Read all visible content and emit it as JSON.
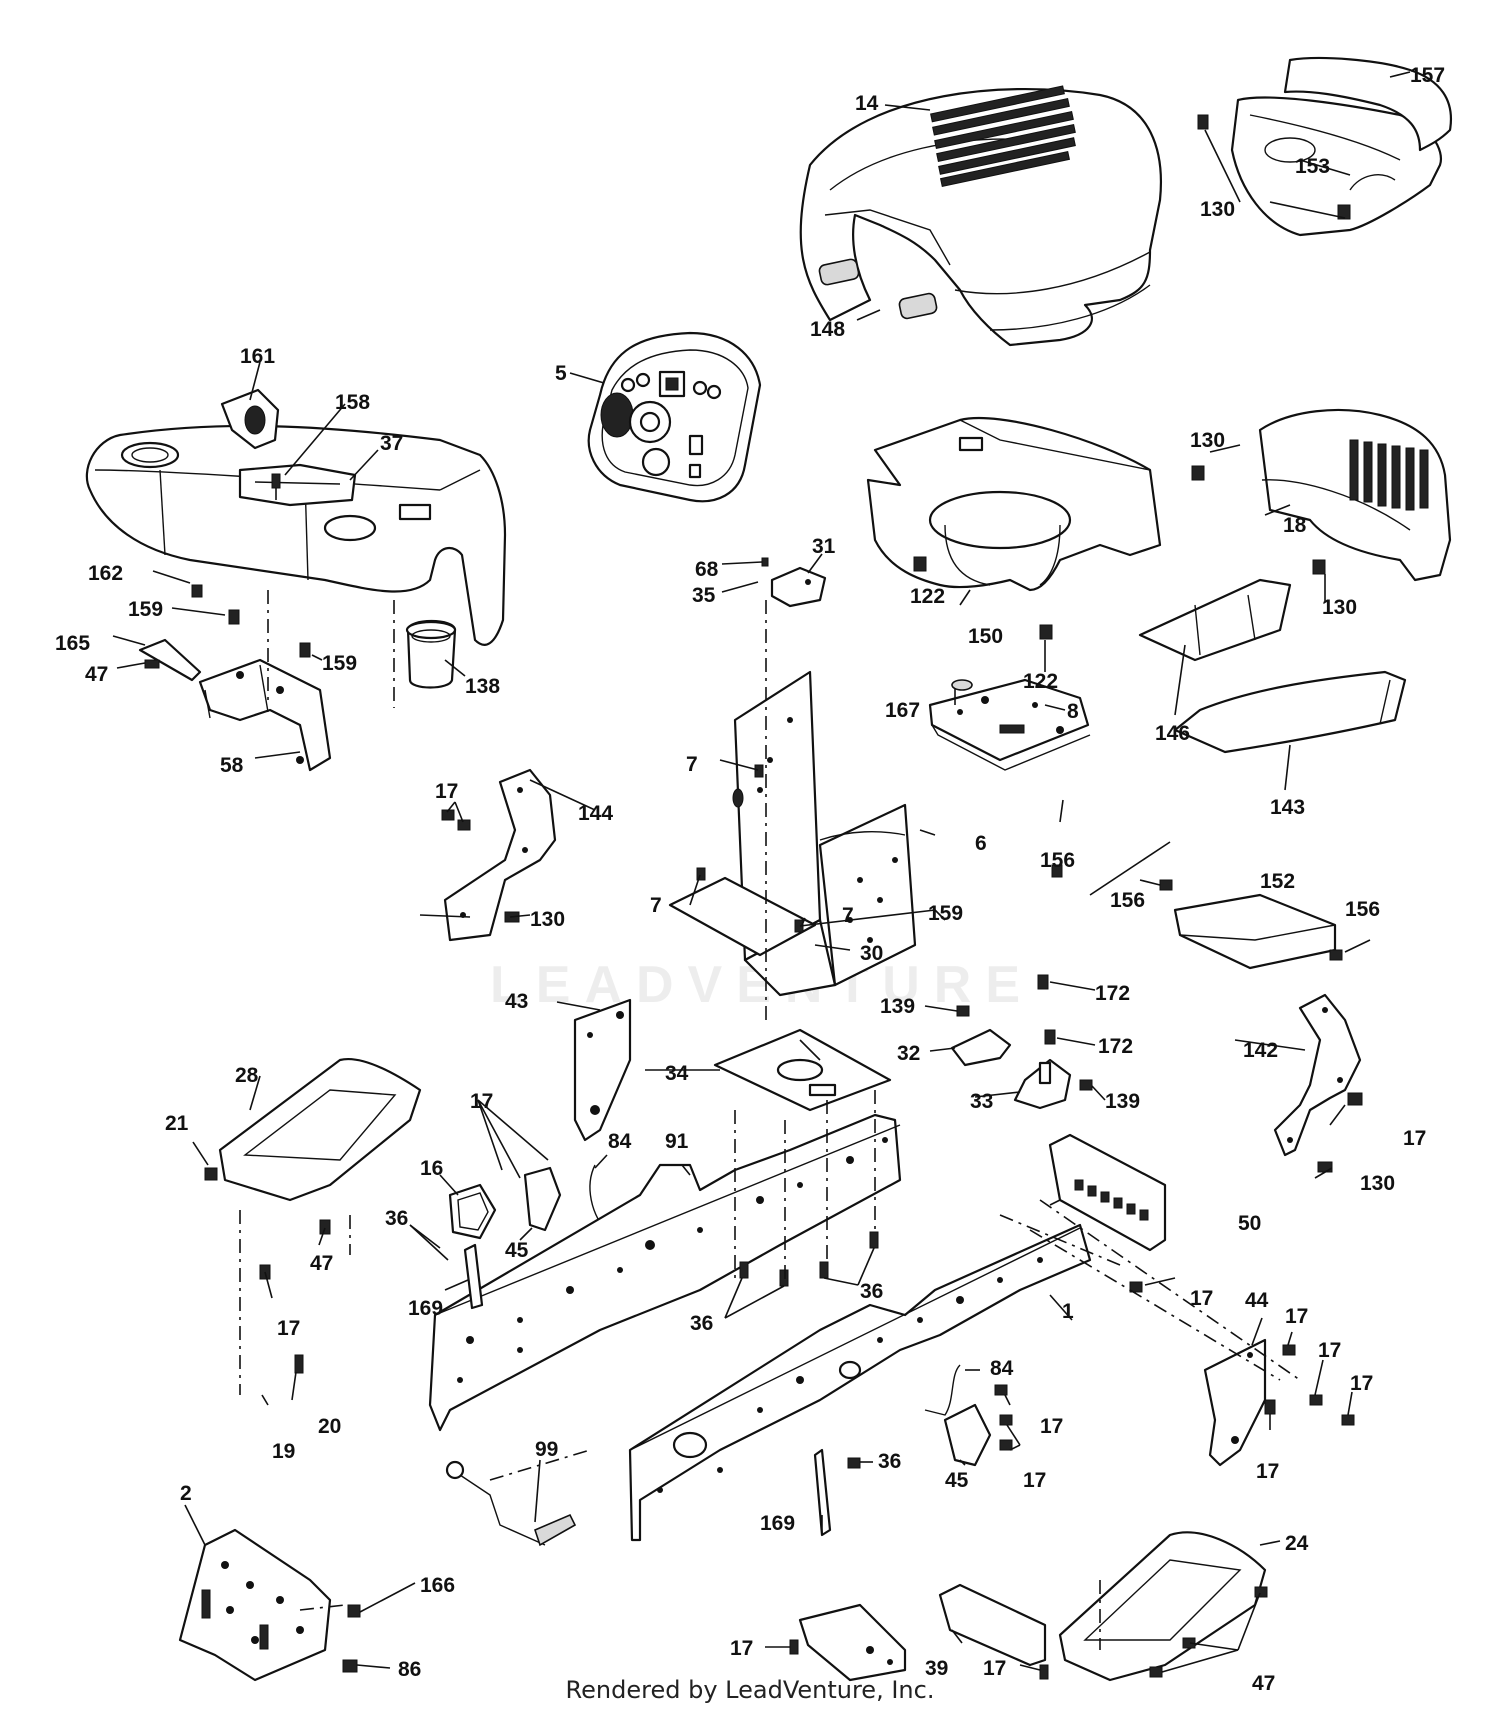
{
  "watermark": "LEADVENTURE",
  "footer": "Rendered by LeadVenture, Inc.",
  "callouts": {
    "c1": "1",
    "c2": "2",
    "c5": "5",
    "c6": "6",
    "c7a": "7",
    "c7b": "7",
    "c7c": "7",
    "c8": "8",
    "c14": "14",
    "c16": "16",
    "c17_144": "17",
    "c17_rear": "17",
    "c17_142": "17",
    "c17_1": "17",
    "c17_44a": "17",
    "c17_44b": "17",
    "c17_44c": "17",
    "c17_44d": "17",
    "c17_45a": "17",
    "c17_45b": "17",
    "c17_39a": "17",
    "c17_39b": "17",
    "c17_frame": "17",
    "c18": "18",
    "c19": "19",
    "c20": "20",
    "c21": "21",
    "c24": "24",
    "c28": "28",
    "c30": "30",
    "c31": "31",
    "c32": "32",
    "c33": "33",
    "c34": "34",
    "c35": "35",
    "c36a": "36",
    "c36b": "36",
    "c36c": "36",
    "c36d": "36",
    "c37": "37",
    "c39": "39",
    "c43": "43",
    "c44": "44",
    "c45a": "45",
    "c45b": "45",
    "c47a": "47",
    "c47b": "47",
    "c47c": "47",
    "c50": "50",
    "c58": "58",
    "c68": "68",
    "c84a": "84",
    "c84b": "84",
    "c86": "86",
    "c91": "91",
    "c99": "99",
    "c122a": "122",
    "c122b": "122",
    "c130a": "130",
    "c130b": "130",
    "c130c": "130",
    "c130d": "130",
    "c130e": "130",
    "c138": "138",
    "c139a": "139",
    "c139b": "139",
    "c142": "142",
    "c143": "143",
    "c144": "144",
    "c146": "146",
    "c148": "148",
    "c150": "150",
    "c152": "152",
    "c153": "153",
    "c156a": "156",
    "c156b": "156",
    "c156c": "156",
    "c157": "157",
    "c158": "158",
    "c159a": "159",
    "c159b": "159",
    "c159c": "159",
    "c161": "161",
    "c162": "162",
    "c165": "165",
    "c166": "166",
    "c167": "167",
    "c169a": "169",
    "c169b": "169",
    "c172a": "172",
    "c172b": "172"
  }
}
